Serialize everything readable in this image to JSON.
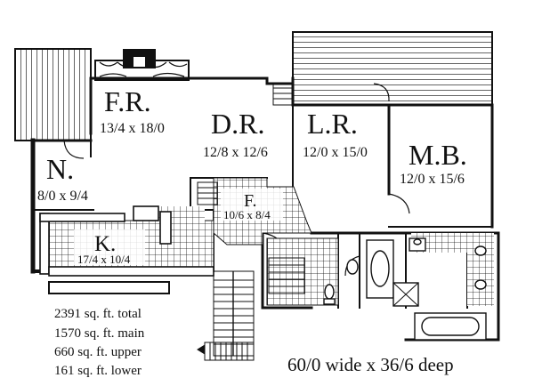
{
  "colors": {
    "ink": "#111111",
    "paper": "#ffffff"
  },
  "rooms": {
    "family": {
      "name": "F.R.",
      "dims": "13/4 x 18/0"
    },
    "dining": {
      "name": "D.R.",
      "dims": "12/8 x 12/6"
    },
    "living": {
      "name": "L.R.",
      "dims": "12/0 x 15/0"
    },
    "master": {
      "name": "M.B.",
      "dims": "12/0 x 15/6"
    },
    "nook": {
      "name": "N.",
      "dims": "8/0 x 9/4"
    },
    "kitchen": {
      "name": "K.",
      "dims": "17/4 x 10/4"
    },
    "foyer": {
      "name": "F.",
      "dims": "10/6 x 8/4"
    }
  },
  "stats": {
    "total": "2391 sq. ft. total",
    "main": "1570 sq. ft. main",
    "upper": "660 sq. ft. upper",
    "lower": "161 sq. ft. lower"
  },
  "overall_size": "60/0 wide x 36/6 deep"
}
